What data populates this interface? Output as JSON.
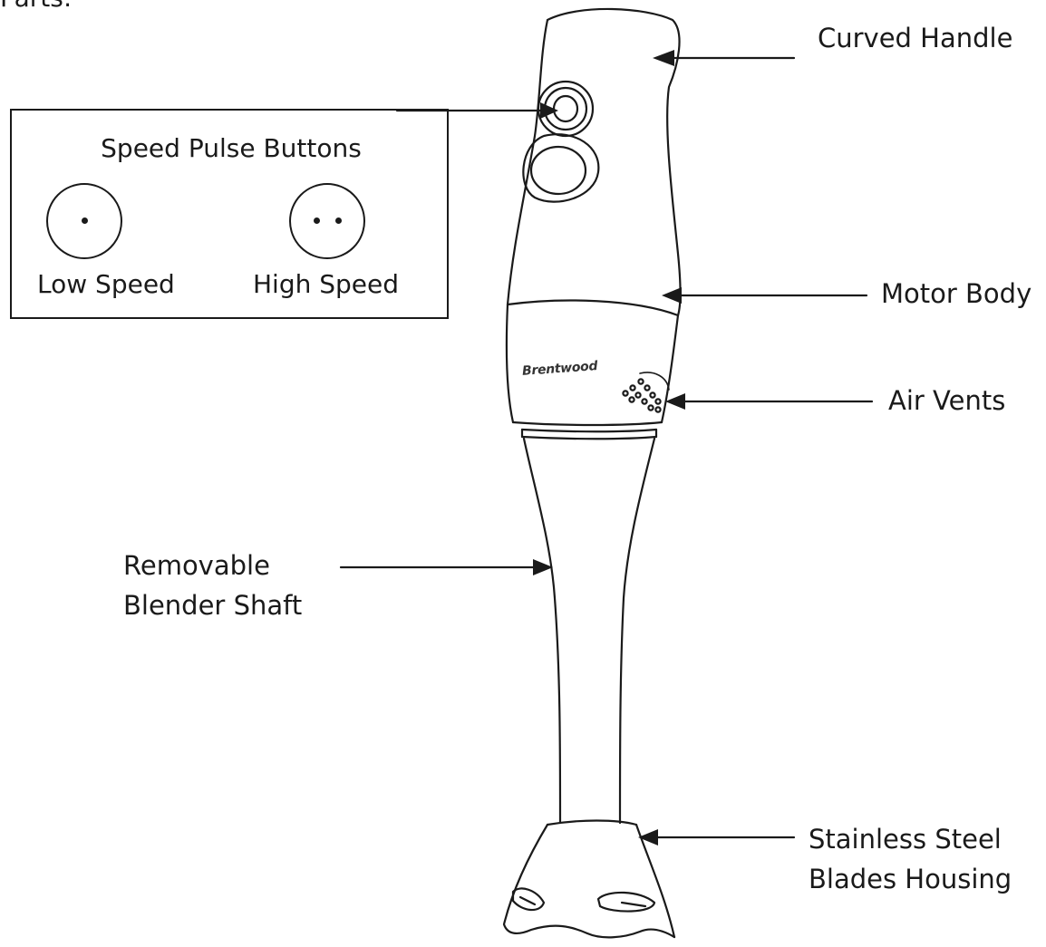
{
  "header": {
    "partial_heading": "Parts:"
  },
  "inset": {
    "title": "Speed Pulse Buttons",
    "low_label": "Low Speed",
    "high_label": "High Speed"
  },
  "brand": {
    "logo_text": "Brentwood"
  },
  "callouts": {
    "curved_handle": "Curved Handle",
    "motor_body": "Motor Body",
    "air_vents": "Air Vents",
    "shaft_line1": "Removable",
    "shaft_line2": "Blender Shaft",
    "blades_line1": "Stainless Steel",
    "blades_line2": "Blades Housing"
  },
  "colors": {
    "line": "#1a1a1a",
    "background": "#ffffff"
  }
}
